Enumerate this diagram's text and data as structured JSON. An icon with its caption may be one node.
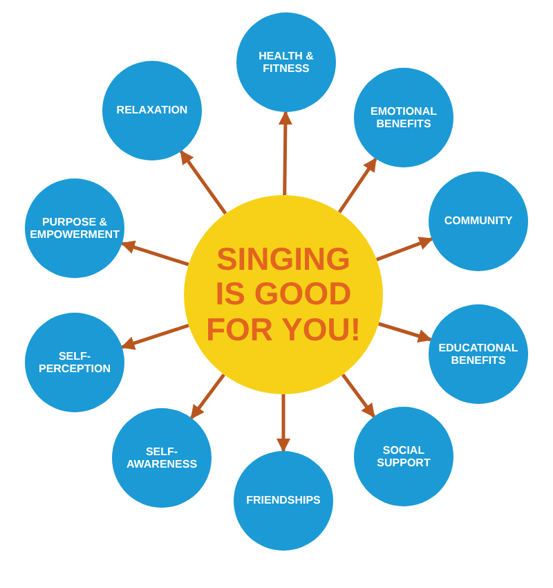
{
  "diagram": {
    "nodes": [
      {
        "text": [
          "SINGING IS GOOD FOR YOU!"
        ]
      },
      {
        "text": [
          "HEALTH & FITNESS"
        ]
      },
      {
        "text": [
          "EMOTIONAL BENEFITS"
        ]
      },
      {
        "text": [
          "COMMUNITY"
        ]
      },
      {
        "text": [
          "EDUCATIONAL BENEFITS"
        ]
      },
      {
        "text": [
          "SOCIAL SUPPORT"
        ]
      },
      {
        "text": [
          "FRIENDSHIPS"
        ]
      },
      {
        "text": [
          "SELF-AWARENESS"
        ]
      },
      {
        "text": [
          "SELF-PERCEPTION"
        ]
      },
      {
        "text": [
          "PURPOSE & EMPOWERMENT"
        ]
      },
      {
        "text": [
          "RELAXATION"
        ]
      }
    ],
    "edges": [
      {
        "from": 0,
        "to": 1,
        "arrow": "to"
      },
      {
        "from": 0,
        "to": 2,
        "arrow": "to"
      },
      {
        "from": 0,
        "to": 3,
        "arrow": "to"
      },
      {
        "from": 0,
        "to": 4,
        "arrow": "to"
      },
      {
        "from": 0,
        "to": 5,
        "arrow": "to"
      },
      {
        "from": 0,
        "to": 6,
        "arrow": "to"
      },
      {
        "from": 0,
        "to": 7,
        "arrow": "to"
      },
      {
        "from": 0,
        "to": 8,
        "arrow": "to"
      },
      {
        "from": 0,
        "to": 9,
        "arrow": "to"
      },
      {
        "from": 0,
        "to": 10,
        "arrow": "to"
      }
    ]
  }
}
